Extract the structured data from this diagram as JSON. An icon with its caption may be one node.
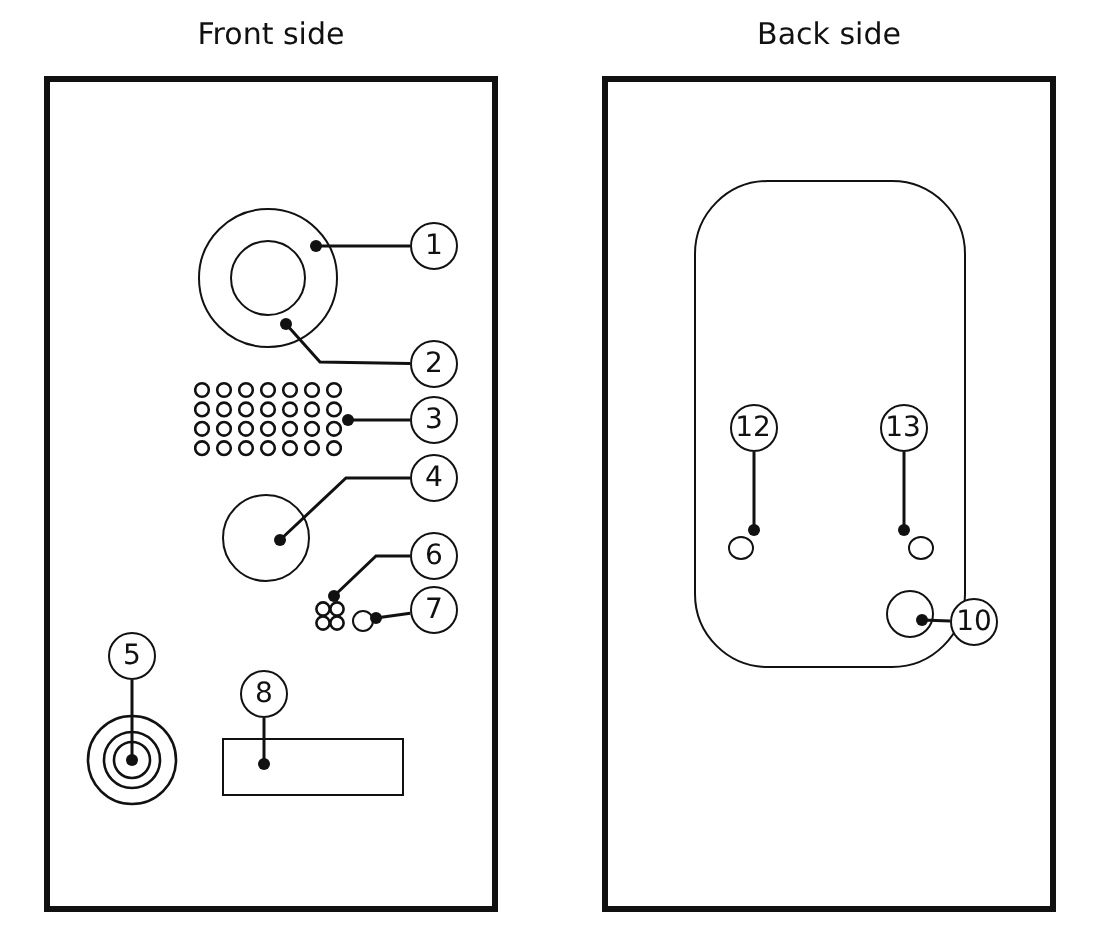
{
  "diagram": {
    "nodes": [
      {
        "text": [
          "Front side"
        ]
      },
      {
        "text": [
          "1"
        ],
        "in": 0
      },
      {
        "text": [],
        "shape": "circle",
        "in": 0
      },
      {
        "text": [],
        "shape": "circle",
        "in": 2
      },
      {
        "text": [
          "2"
        ],
        "in": 0
      },
      {
        "text": [],
        "shape": "grid",
        "in": 0
      },
      {
        "text": [
          "3"
        ],
        "in": 0
      },
      {
        "text": [
          "4"
        ],
        "in": 0
      },
      {
        "text": [],
        "shape": "circle",
        "in": 0
      },
      {
        "text": [
          "6"
        ],
        "in": 0
      },
      {
        "text": [],
        "shape": "dots",
        "in": 0
      },
      {
        "text": [
          "7"
        ],
        "in": 0
      },
      {
        "text": [],
        "shape": "circle",
        "in": 0
      },
      {
        "text": [
          "5"
        ],
        "in": 0
      },
      {
        "text": [],
        "shape": "rings",
        "in": 0
      },
      {
        "text": [
          "8"
        ],
        "in": 0
      },
      {
        "text": [],
        "shape": "box",
        "in": 0
      },
      {
        "text": [
          "Back side"
        ]
      },
      {
        "text": [],
        "shape": "box",
        "in": 17
      },
      {
        "text": [
          "12"
        ],
        "in": 18
      },
      {
        "text": [
          "13"
        ],
        "in": 18
      },
      {
        "text": [],
        "shape": "circle",
        "in": 18
      },
      {
        "text": [],
        "shape": "circle",
        "in": 18
      },
      {
        "text": [],
        "shape": "circle",
        "in": 18
      },
      {
        "text": [
          "10"
        ],
        "in": 17
      }
    ],
    "edges": [
      {
        "from": 1,
        "to": 2,
        "arrow": "other"
      },
      {
        "from": 4,
        "to": 3,
        "arrow": "other"
      },
      {
        "from": 6,
        "to": 5,
        "arrow": "other"
      },
      {
        "from": 7,
        "to": 8,
        "arrow": "other"
      },
      {
        "from": 9,
        "to": 10,
        "arrow": "other"
      },
      {
        "from": 11,
        "to": 12,
        "arrow": "other"
      },
      {
        "from": 13,
        "to": 14,
        "arrow": "other"
      },
      {
        "from": 15,
        "to": 16,
        "arrow": "other"
      },
      {
        "from": 19,
        "to": 21,
        "arrow": "other"
      },
      {
        "from": 20,
        "to": 22,
        "arrow": "other"
      },
      {
        "from": 24,
        "to": 23,
        "arrow": "other"
      }
    ]
  }
}
